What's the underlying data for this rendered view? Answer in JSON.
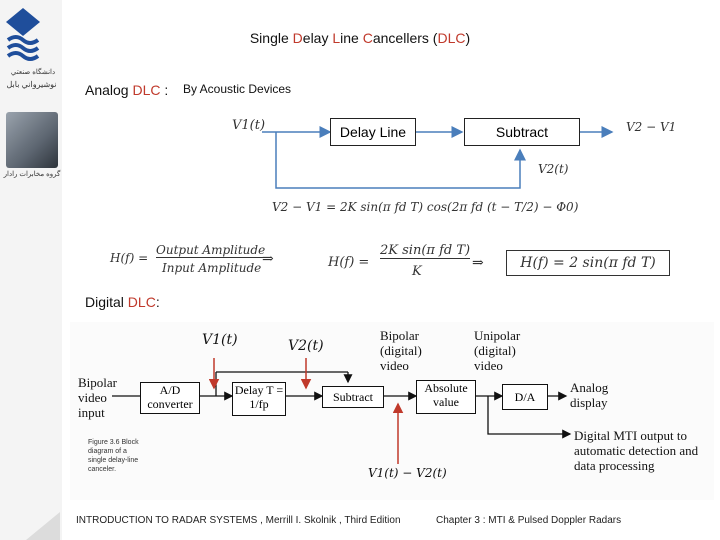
{
  "sidebar": {
    "university": "دانشگاه صنعتي",
    "university2": "نوشيرواني بابل",
    "group": "گروه مخابرات رادار"
  },
  "title": {
    "p1": "Single ",
    "d": "D",
    "p2": "elay ",
    "l": "L",
    "p3": "ine ",
    "c": "C",
    "p4": "ancellers (",
    "dlc": "DLC",
    "p5": ")"
  },
  "analog": {
    "label": "Analog ",
    "dlc": "DLC",
    "colon": " :",
    "method": "By Acoustic Devices"
  },
  "analog_diagram": {
    "v1": "V1(t)",
    "delay_box": "Delay Line",
    "subtract_box": "Subtract",
    "v2": "V2(t)",
    "diff": "V2 − V1",
    "formula": "V2 − V1 = 2K sin(π fd T) cos(2π fd (t − T/2) − Φ0)",
    "h_def_lhs": "H(f) =",
    "h_num": "Output Amplitude",
    "h_den": "Input Amplitude",
    "arrow1": "⇒",
    "h2_lhs": "H(f) =",
    "h2_num": "2K sin(π fd T)",
    "h2_den": "K",
    "arrow2": "⇒",
    "h_final": "H(f) = 2 sin(π fd T)"
  },
  "digital": {
    "label": "Digital ",
    "dlc": "DLC",
    "colon": ":"
  },
  "digital_diagram": {
    "v1": "V1(t)",
    "v2": "V2(t)",
    "bipolar_digital": "Bipolar (digital) video",
    "unipolar_digital": "Unipolar (digital) video",
    "bipolar_input": "Bipolar video input",
    "ad": "A/D converter",
    "delay": "Delay T = 1/fp",
    "subtract": "Subtract",
    "absolute": "Absolute value",
    "da": "D/A",
    "analog_display": "Analog display",
    "mti_output": "Digital MTI output to automatic detection and data processing",
    "diff": "V1(t) − V2(t)",
    "figure": "Figure 3.6 Block diagram of a single delay-line canceler."
  },
  "footer": {
    "left": "INTRODUCTION TO RADAR SYSTEMS , Merrill I. Skolnik , Third Edition",
    "right": "Chapter 3 :   MTI  &  Pulsed Doppler Radars"
  },
  "colors": {
    "accent": "#c0392b",
    "logo": "#1f4e9b"
  }
}
